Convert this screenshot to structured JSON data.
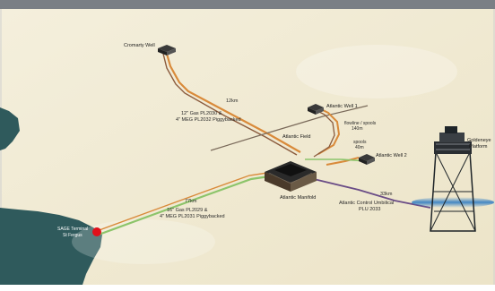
{
  "colors": {
    "background": "#ffffff",
    "top_bar": "#7a7f85",
    "sea": "#2f5a5c",
    "land": "#f1ecd9",
    "pipeline_orange": "#d98a3a",
    "pipeline_brown": "#8a5a3c",
    "umbilical_purple": "#6a4c86",
    "pipeline_green": "#8cc46a",
    "terminal_marker": "#e0101a"
  },
  "labels": {
    "cromarty_well": "Cromarty Well",
    "atlantic_well_1": "Atlantic Well 1",
    "atlantic_well_2": "Atlantic Well 2",
    "atlantic_field": "Atlantic Field",
    "atlantic_manifold": "Atlantic Manifold",
    "goldeneye_line1": "Goldeneye",
    "goldeneye_line2": "Platform",
    "sage_line1": "SAGE Terminal",
    "sage_line2": "St Fergus"
  },
  "annotations": {
    "cromarty_distance": "12km",
    "cromarty_pipe_line1": "12\" Gas PL2030 &",
    "cromarty_pipe_line2": "4\" MEG PL2032 Piggybacked",
    "flowline_line1": "flowline / spools",
    "flowline_line2": "140m",
    "spools_line1": "spools",
    "spools_line2": "40m",
    "sage_distance": "77km",
    "sage_pipe_line1": "16\" Gas PL2029 &",
    "sage_pipe_line2": "4\" MEG PL2031 Piggybacked",
    "umbilical_distance": "33km",
    "umbilical_line1": "Atlantic Control Umbilical",
    "umbilical_line2": "PLU 2033"
  }
}
